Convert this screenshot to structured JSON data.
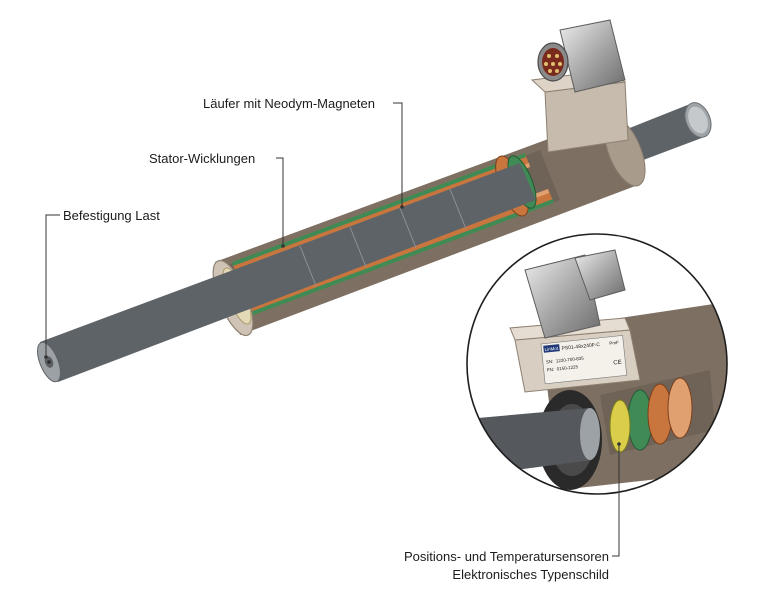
{
  "labels": {
    "laeufer": "Läufer mit Neodym-Magneten",
    "stator": "Stator-Wicklungen",
    "befestigung": "Befestigung Last",
    "sensoren": "Positions- und Temperatursensoren",
    "typenschild": "Elektronisches Typenschild"
  },
  "nameplate": {
    "logo": "LinMot",
    "model": "PS01-48x240F-C",
    "serial_label": "SN:",
    "serial": "1220-700-835",
    "part_label": "PN:",
    "part": "0150-1225",
    "rating": "PmF",
    "cert_mark": "CE"
  },
  "colors": {
    "housing": "#b6a797",
    "rod": "#a9aeb2",
    "winding_copper": "#c8763e",
    "winding_green": "#3f8a55",
    "leader_line": "#333333"
  }
}
